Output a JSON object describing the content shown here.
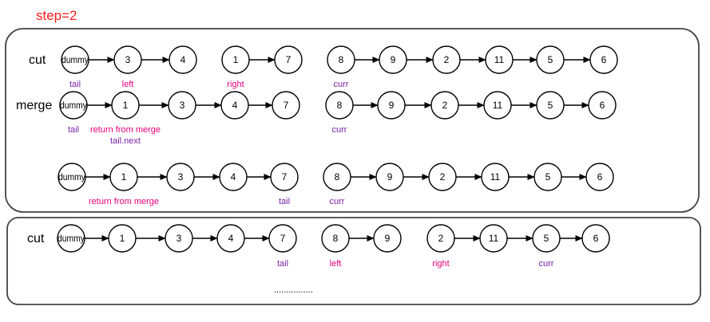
{
  "title": "step=2",
  "dots": "................",
  "colors": {
    "title": "#ff1a1a",
    "purple": "#7a1fa8",
    "pink": "#e6007e",
    "panel_border": "#444444",
    "line": "#000000"
  },
  "rows": [
    {
      "label": "cut",
      "nodes": [
        "dummy",
        "3",
        "4",
        "1",
        "7",
        "8",
        "9",
        "2",
        "11",
        "5",
        "6"
      ],
      "edges": [
        [
          0,
          1
        ],
        [
          1,
          2
        ],
        [
          3,
          4
        ],
        [
          5,
          6
        ],
        [
          6,
          7
        ],
        [
          7,
          8
        ],
        [
          8,
          9
        ],
        [
          9,
          10
        ]
      ],
      "annotations": [
        {
          "node": 0,
          "text": "tail",
          "color": "purple"
        },
        {
          "node": 1,
          "text": "left",
          "color": "pink"
        },
        {
          "node": 3,
          "text": "right",
          "color": "pink"
        },
        {
          "node": 5,
          "text": "curr",
          "color": "purple"
        }
      ]
    },
    {
      "label": "merge",
      "nodes": [
        "dummy",
        "1",
        "3",
        "4",
        "7",
        "8",
        "9",
        "2",
        "11",
        "5",
        "6"
      ],
      "edges": [
        [
          0,
          1
        ],
        [
          1,
          2
        ],
        [
          2,
          3
        ],
        [
          3,
          4
        ],
        [
          5,
          6
        ],
        [
          6,
          7
        ],
        [
          7,
          8
        ],
        [
          8,
          9
        ],
        [
          9,
          10
        ]
      ],
      "annotations": [
        {
          "node": 0,
          "text": "tail",
          "color": "purple"
        },
        {
          "node": 1,
          "text": "return from merge",
          "color": "pink"
        },
        {
          "node": 1,
          "text": "tail.next",
          "color": "purple",
          "line": 2
        },
        {
          "node": 5,
          "text": "curr",
          "color": "purple"
        }
      ]
    },
    {
      "label": "",
      "nodes": [
        "dummy",
        "1",
        "3",
        "4",
        "7",
        "8",
        "9",
        "2",
        "11",
        "5",
        "6"
      ],
      "edges": [
        [
          0,
          1
        ],
        [
          1,
          2
        ],
        [
          2,
          3
        ],
        [
          3,
          4
        ],
        [
          5,
          6
        ],
        [
          6,
          7
        ],
        [
          7,
          8
        ],
        [
          8,
          9
        ],
        [
          9,
          10
        ]
      ],
      "annotations": [
        {
          "node": 1,
          "text": "return from merge",
          "color": "pink"
        },
        {
          "node": 4,
          "text": "tail",
          "color": "purple"
        },
        {
          "node": 5,
          "text": "curr",
          "color": "purple"
        }
      ]
    },
    {
      "label": "cut",
      "nodes": [
        "dummy",
        "1",
        "3",
        "4",
        "7",
        "8",
        "9",
        "2",
        "11",
        "5",
        "6"
      ],
      "edges": [
        [
          0,
          1
        ],
        [
          1,
          2
        ],
        [
          2,
          3
        ],
        [
          3,
          4
        ],
        [
          5,
          6
        ],
        [
          7,
          8
        ],
        [
          8,
          9
        ],
        [
          9,
          10
        ]
      ],
      "annotations": [
        {
          "node": 4,
          "text": "tail",
          "color": "purple"
        },
        {
          "node": 5,
          "text": "left",
          "color": "pink"
        },
        {
          "node": 7,
          "text": "right",
          "color": "pink"
        },
        {
          "node": 9,
          "text": "curr",
          "color": "purple"
        }
      ]
    }
  ]
}
